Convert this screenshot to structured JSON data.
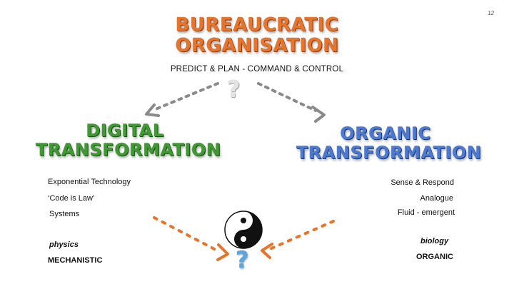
{
  "slide": {
    "number": "12"
  },
  "top": {
    "title_line1": "BUREAUCRATIC",
    "title_line2": "ORGANISATION",
    "subtitle": "PREDICT & PLAN  -  COMMAND & CONTROL",
    "question": "?"
  },
  "left": {
    "title_line1": "DIGITAL",
    "title_line2": "TRANSFORMATION",
    "items": [
      "Exponential Technology",
      "‘Code is Law’",
      "Systems"
    ],
    "science": "physics",
    "label": "MECHANISTIC"
  },
  "right": {
    "title_line1": "ORGANIC",
    "title_line2": "TRANSFORMATION",
    "items": [
      "Sense & Respond",
      "Analogue",
      "Fluid - emergent"
    ],
    "science": "biology",
    "label": "ORGANIC"
  },
  "bottom": {
    "question": "?"
  },
  "colors": {
    "bureaucratic": "#e8742a",
    "digital": "#3f9a32",
    "organic": "#4a7ad2",
    "top_arrows": "#8a8a8a",
    "bottom_arrows": "#e8742a"
  },
  "icons": {
    "center": "yin-yang-icon"
  }
}
